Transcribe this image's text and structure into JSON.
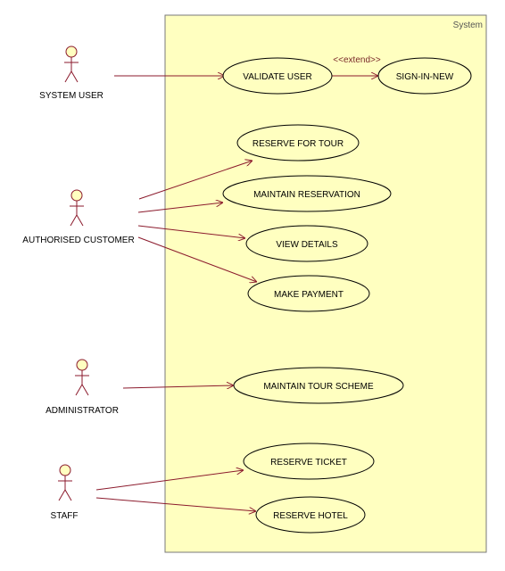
{
  "system": {
    "title": "System"
  },
  "colors": {
    "boundary_fill": "#ffffc0",
    "boundary_stroke": "#7a7a7a",
    "usecase_fill": "#ffffc0",
    "line": "#8b1a2c",
    "actor_head_fill": "#ffffc0"
  },
  "actors": [
    {
      "id": "system_user",
      "label": "SYSTEM USER"
    },
    {
      "id": "authorised_customer",
      "label": "AUTHORISED CUSTOMER"
    },
    {
      "id": "administrator",
      "label": "ADMINISTRATOR"
    },
    {
      "id": "staff",
      "label": "STAFF"
    }
  ],
  "use_cases": [
    {
      "id": "validate_user",
      "label": "VALIDATE USER"
    },
    {
      "id": "sign_in_new",
      "label": "SIGN-IN-NEW"
    },
    {
      "id": "reserve_for_tour",
      "label": "RESERVE FOR TOUR"
    },
    {
      "id": "maintain_reservation",
      "label": "MAINTAIN RESERVATION"
    },
    {
      "id": "view_details",
      "label": "VIEW DETAILS"
    },
    {
      "id": "make_payment",
      "label": "MAKE PAYMENT"
    },
    {
      "id": "maintain_tour_scheme",
      "label": "MAINTAIN TOUR SCHEME"
    },
    {
      "id": "reserve_ticket",
      "label": "RESERVE TICKET"
    },
    {
      "id": "reserve_hotel",
      "label": "RESERVE HOTEL"
    }
  ],
  "relations": [
    {
      "from": "system_user",
      "to": "validate_user",
      "type": "association"
    },
    {
      "from": "validate_user",
      "to": "sign_in_new",
      "type": "extend",
      "label": "<<extend>>"
    },
    {
      "from": "authorised_customer",
      "to": "reserve_for_tour",
      "type": "association"
    },
    {
      "from": "authorised_customer",
      "to": "maintain_reservation",
      "type": "association"
    },
    {
      "from": "authorised_customer",
      "to": "view_details",
      "type": "association"
    },
    {
      "from": "authorised_customer",
      "to": "make_payment",
      "type": "association"
    },
    {
      "from": "administrator",
      "to": "maintain_tour_scheme",
      "type": "association"
    },
    {
      "from": "staff",
      "to": "reserve_ticket",
      "type": "association"
    },
    {
      "from": "staff",
      "to": "reserve_hotel",
      "type": "association"
    }
  ]
}
